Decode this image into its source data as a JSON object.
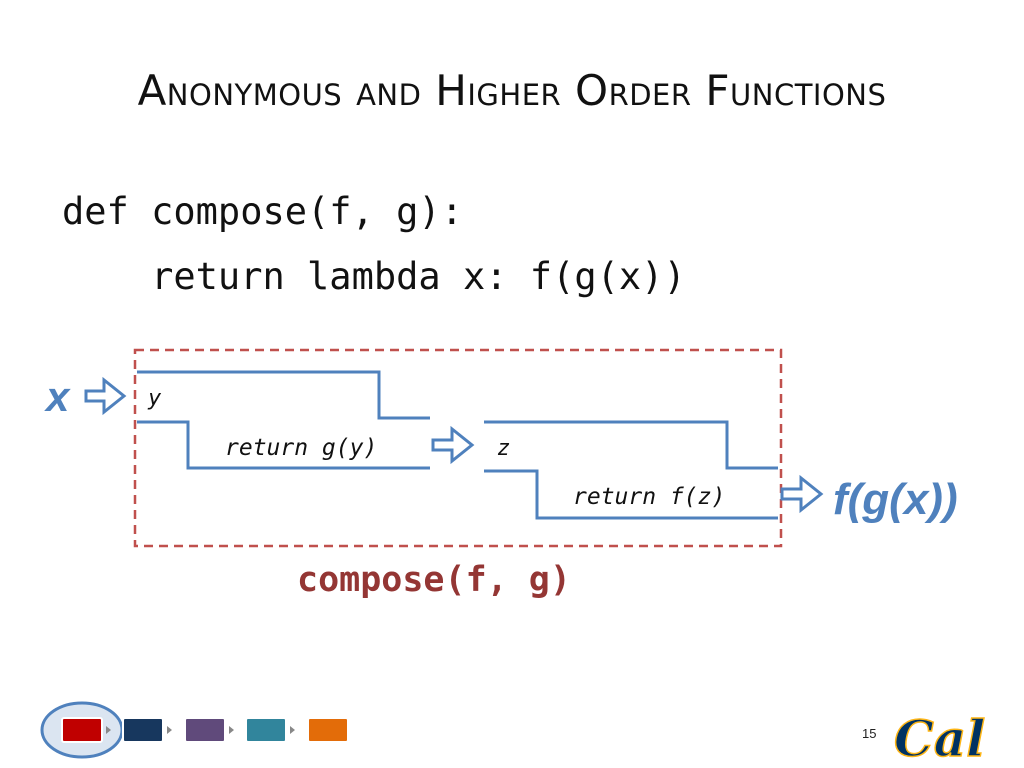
{
  "slide": {
    "title": "Anonymous and Higher Order Functions",
    "code_line1": "def compose(f, g):",
    "code_line2": "    return lambda x: f(g(x))",
    "diagram": {
      "input_label": "x",
      "inner_param": "y",
      "inner_body": "return g(y)",
      "outer_param": "z",
      "outer_body": "return f(z)",
      "output_label": "f(g(x))"
    },
    "caption": "compose(f, g)",
    "page_number": "15",
    "logo_text": "Cal",
    "nav_colors": [
      "#c00000",
      "#17375e",
      "#604a7b",
      "#31859c",
      "#e36c09"
    ]
  }
}
